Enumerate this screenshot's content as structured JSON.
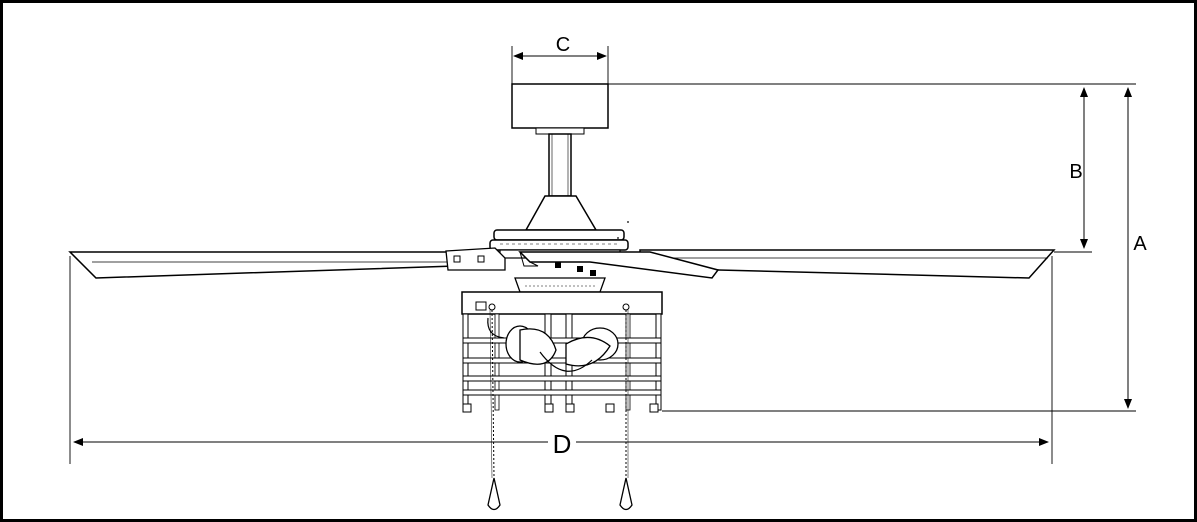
{
  "diagram": {
    "dimension_labels": {
      "a": "A",
      "b": "B",
      "c": "C",
      "d": "D"
    },
    "colors": {
      "line": "#000000",
      "fill_light": "#ffffff",
      "fill_gray": "#e6e6e6"
    }
  }
}
